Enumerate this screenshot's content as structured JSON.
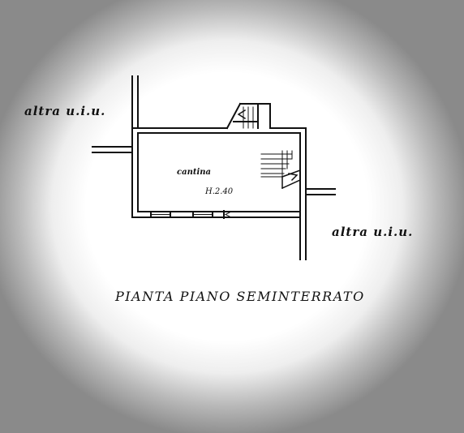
{
  "labels": {
    "neighbor_left": "altra u.i.u.",
    "neighbor_right": "altra u.i.u.",
    "room_name": "cantina",
    "room_height": "H.2.40"
  },
  "title": "PIANTA PIANO SEMINTERRATO"
}
